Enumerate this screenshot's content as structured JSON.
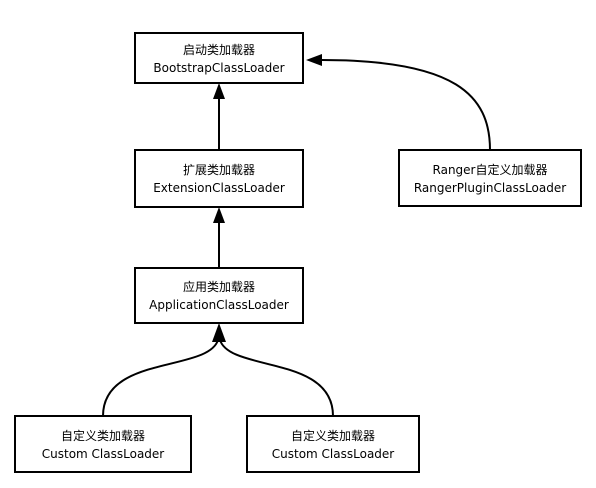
{
  "diagram": {
    "nodes": {
      "bootstrap": {
        "line1": "启动类加载器",
        "line2": "BootstrapClassLoader"
      },
      "extension": {
        "line1": "扩展类加载器",
        "line2": "ExtensionClassLoader"
      },
      "application": {
        "line1": "应用类加载器",
        "line2": "ApplicationClassLoader"
      },
      "ranger": {
        "line1": "Ranger自定义加载器",
        "line2": "RangerPluginClassLoader"
      },
      "custom1": {
        "line1": "自定义类加载器",
        "line2": "Custom ClassLoader"
      },
      "custom2": {
        "line1": "自定义类加载器",
        "line2": "Custom ClassLoader"
      }
    },
    "edges": [
      {
        "from": "extension",
        "to": "bootstrap"
      },
      {
        "from": "application",
        "to": "extension"
      },
      {
        "from": "ranger",
        "to": "bootstrap"
      },
      {
        "from": "custom1",
        "to": "application"
      },
      {
        "from": "custom2",
        "to": "application"
      }
    ],
    "colors": {
      "stroke": "#000000",
      "fill": "#ffffff",
      "text": "#000000"
    }
  }
}
